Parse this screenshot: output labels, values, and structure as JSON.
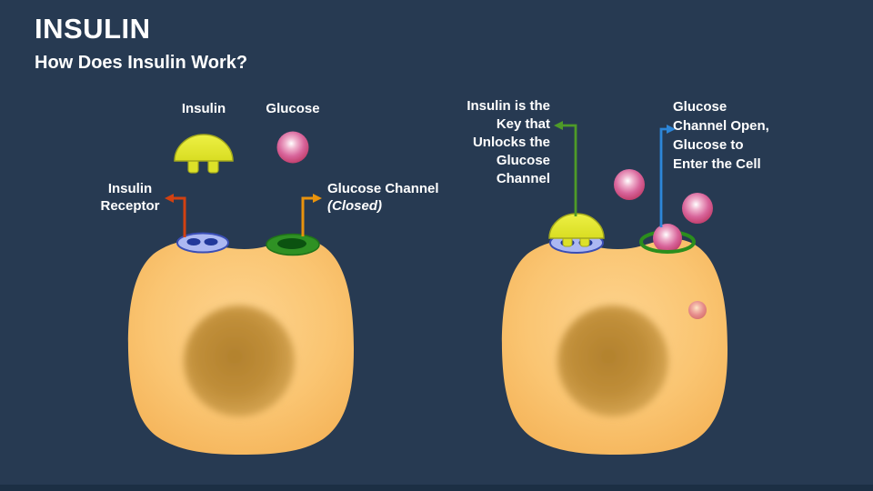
{
  "slide": {
    "title": "INSULIN",
    "subtitle": "How Does Insulin Work?"
  },
  "left_diagram": {
    "insulin_label": "Insulin",
    "glucose_label": "Glucose",
    "receptor_lines": [
      "Insulin",
      "Receptor"
    ],
    "channel_lines": [
      "Glucose Channel",
      "(Closed)"
    ]
  },
  "right_diagram": {
    "key_lines": [
      "Insulin is the",
      "Key that",
      "Unlocks the",
      "Glucose",
      "Channel"
    ],
    "open_lines": [
      "Glucose",
      "Channel Open,",
      "Glucose to",
      "Enter the Cell"
    ]
  },
  "colors": {
    "background": "#273A52",
    "bottom_bar": "#1C2F44",
    "cell_body": "#F9C271",
    "nucleus": "#BC8A36",
    "insulin_yellow": "#E4E82E",
    "glucose_pink": "#C94A7C",
    "receptor_blue": "#ACB8F2",
    "receptor_border": "#3A4EB5",
    "channel_green": "#2F9124",
    "channel_inner_dark": "#0B5210",
    "arrow_red": "#D24111",
    "arrow_orange": "#E9930D",
    "arrow_green": "#4E9A28",
    "arrow_blue": "#2D86D8",
    "text": "#FFFFFF"
  }
}
